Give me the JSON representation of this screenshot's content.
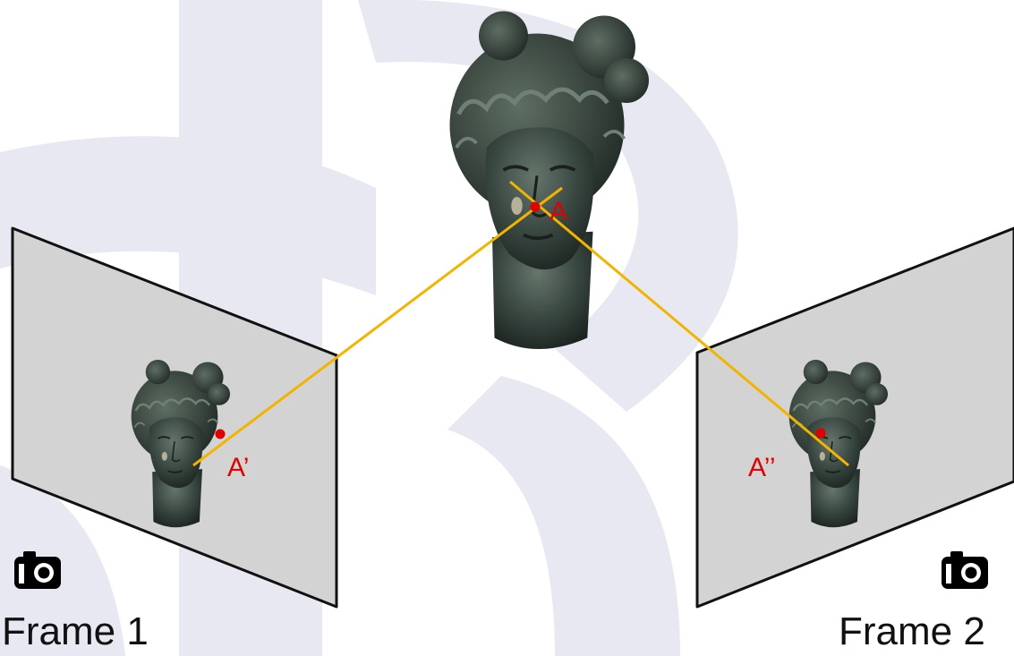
{
  "scene": {
    "point_3d_label": "A",
    "frame_1": {
      "label": "Frame 1",
      "projection_label": "A’",
      "camera_icon": "camera-icon"
    },
    "frame_2": {
      "label": "Frame 2",
      "projection_label": "A’’",
      "camera_icon": "camera-icon"
    }
  },
  "colors": {
    "background_pattern": "#e6e6f0",
    "image_plane": "#d4d4d4",
    "ray": "#f2b400",
    "point": "#e00000",
    "label": "#e00000",
    "statue": "#2e3a34",
    "statue_highlight": "#55645c"
  }
}
